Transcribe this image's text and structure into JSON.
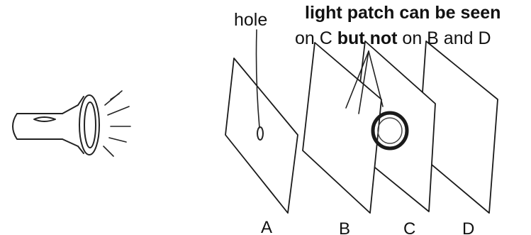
{
  "labels": {
    "hole": "hole",
    "caption_line1": "light patch can be seen",
    "caption_line2_part1": "on C ",
    "caption_line2_bold1": "but",
    "caption_line2_part2": " ",
    "caption_line2_bold2": "not",
    "caption_line2_part3": " on B and D"
  },
  "cards": [
    {
      "id": "A",
      "label": "A"
    },
    {
      "id": "B",
      "label": "B"
    },
    {
      "id": "C",
      "label": "C"
    },
    {
      "id": "D",
      "label": "D"
    }
  ],
  "icons": {
    "light_source": "flashlight-icon",
    "light_patch": "light-patch-ring"
  }
}
